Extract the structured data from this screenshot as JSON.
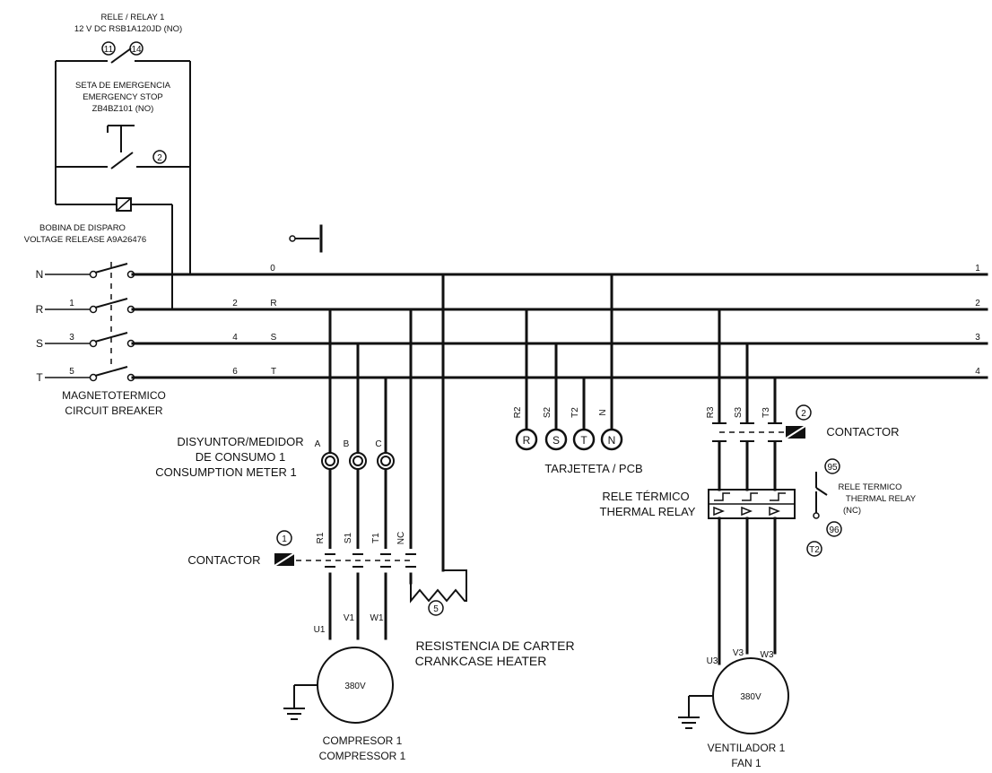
{
  "relay": {
    "title": "RELE / RELAY 1",
    "spec": "12 V DC  RSB1A120JD (NO)",
    "pin_a": "11",
    "pin_b": "14"
  },
  "estop": {
    "line1": "SETA DE EMERGENCIA",
    "line2": "EMERGENCY STOP",
    "line3": "ZB4BZ101 (NO)",
    "badge": "2"
  },
  "voltage_release": {
    "line1": "BOBINA DE DISPARO",
    "line2": "VOLTAGE RELEASE A9A26476"
  },
  "bus": {
    "labels_left": [
      "N",
      "R",
      "S",
      "T"
    ],
    "numbers_in": [
      "",
      "1",
      "3",
      "5"
    ],
    "numbers_out": [
      "0",
      "2",
      "4",
      "6"
    ],
    "phase_tags": [
      "",
      "R",
      "S",
      "T"
    ],
    "numbers_right": [
      "1",
      "2",
      "3",
      "4"
    ]
  },
  "breaker": {
    "line1": "MAGNETOTERMICO",
    "line2": "CIRCUIT BREAKER"
  },
  "meter": {
    "line1": "DISYUNTOR/MEDIDOR",
    "line2": "DE CONSUMO 1",
    "line3": "CONSUMPTION METER 1",
    "phases": [
      "A",
      "B",
      "C"
    ]
  },
  "contactor1": {
    "label": "CONTACTOR",
    "badge": "1",
    "terminals": [
      "R1",
      "S1",
      "T1",
      "NC"
    ]
  },
  "heater": {
    "line1": "RESISTENCIA DE CARTER",
    "line2": "CRANKCASE HEATER",
    "badge": "5"
  },
  "compressor": {
    "terminals": [
      "U1",
      "V1",
      "W1"
    ],
    "voltage": "380V",
    "line1": "COMPRESOR 1",
    "line2": "COMPRESSOR 1"
  },
  "pcb": {
    "terminals": [
      "R2",
      "S2",
      "T2",
      "N"
    ],
    "circles": [
      "R",
      "S",
      "T",
      "N"
    ],
    "label": "TARJETETA / PCB"
  },
  "contactor2": {
    "label": "CONTACTOR",
    "badge": "2",
    "terminals": [
      "R3",
      "S3",
      "T3"
    ]
  },
  "thermal": {
    "line1": "RELE TÉRMICO",
    "line2": "THERMAL RELAY",
    "nc_line1": "RELE TERMICO",
    "nc_line2": "THERMAL RELAY",
    "nc_line3": "(NC)",
    "pin_top": "95",
    "pin_mid": "96",
    "pin_bot": "T2"
  },
  "fan": {
    "terminals": [
      "U3",
      "V3",
      "W3"
    ],
    "voltage": "380V",
    "line1": "VENTILADOR 1",
    "line2": "FAN 1"
  }
}
